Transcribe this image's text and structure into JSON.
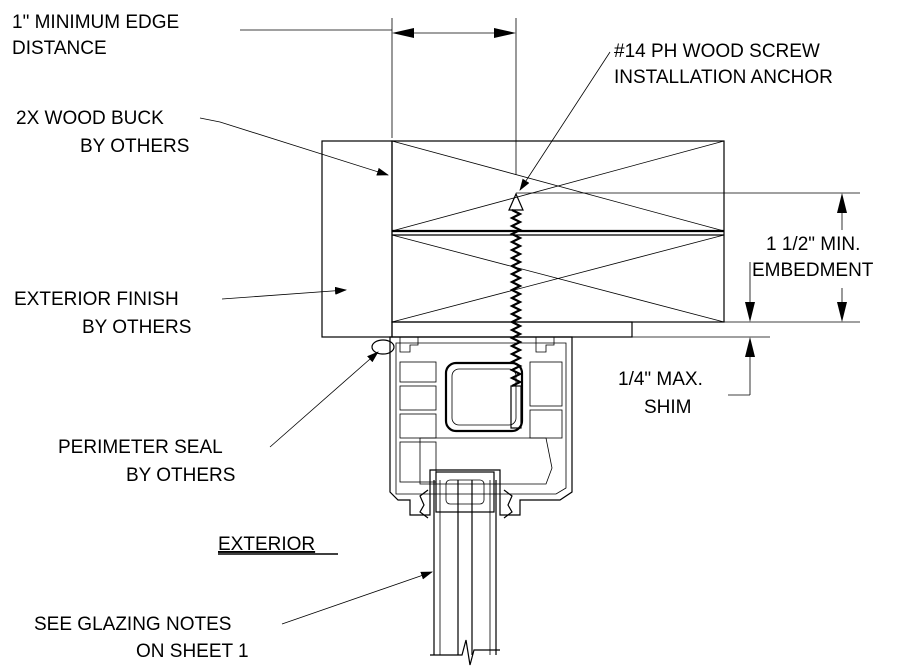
{
  "labels": {
    "edge_distance": [
      "1\" MINIMUM EDGE",
      "DISTANCE"
    ],
    "screw": [
      "#14 PH WOOD SCREW",
      "INSTALLATION ANCHOR"
    ],
    "wood_buck": [
      "2X WOOD BUCK",
      "BY OTHERS"
    ],
    "embedment": [
      "1 1/2\" MIN.",
      "EMBEDMENT"
    ],
    "exterior_finish": [
      "EXTERIOR FINISH",
      "BY OTHERS"
    ],
    "shim": [
      "1/4\" MAX.",
      "SHIM"
    ],
    "perimeter_seal": [
      "PERIMETER SEAL",
      "BY OTHERS"
    ],
    "exterior": "EXTERIOR",
    "glazing": [
      "SEE GLAZING NOTES",
      "ON SHEET 1"
    ]
  }
}
